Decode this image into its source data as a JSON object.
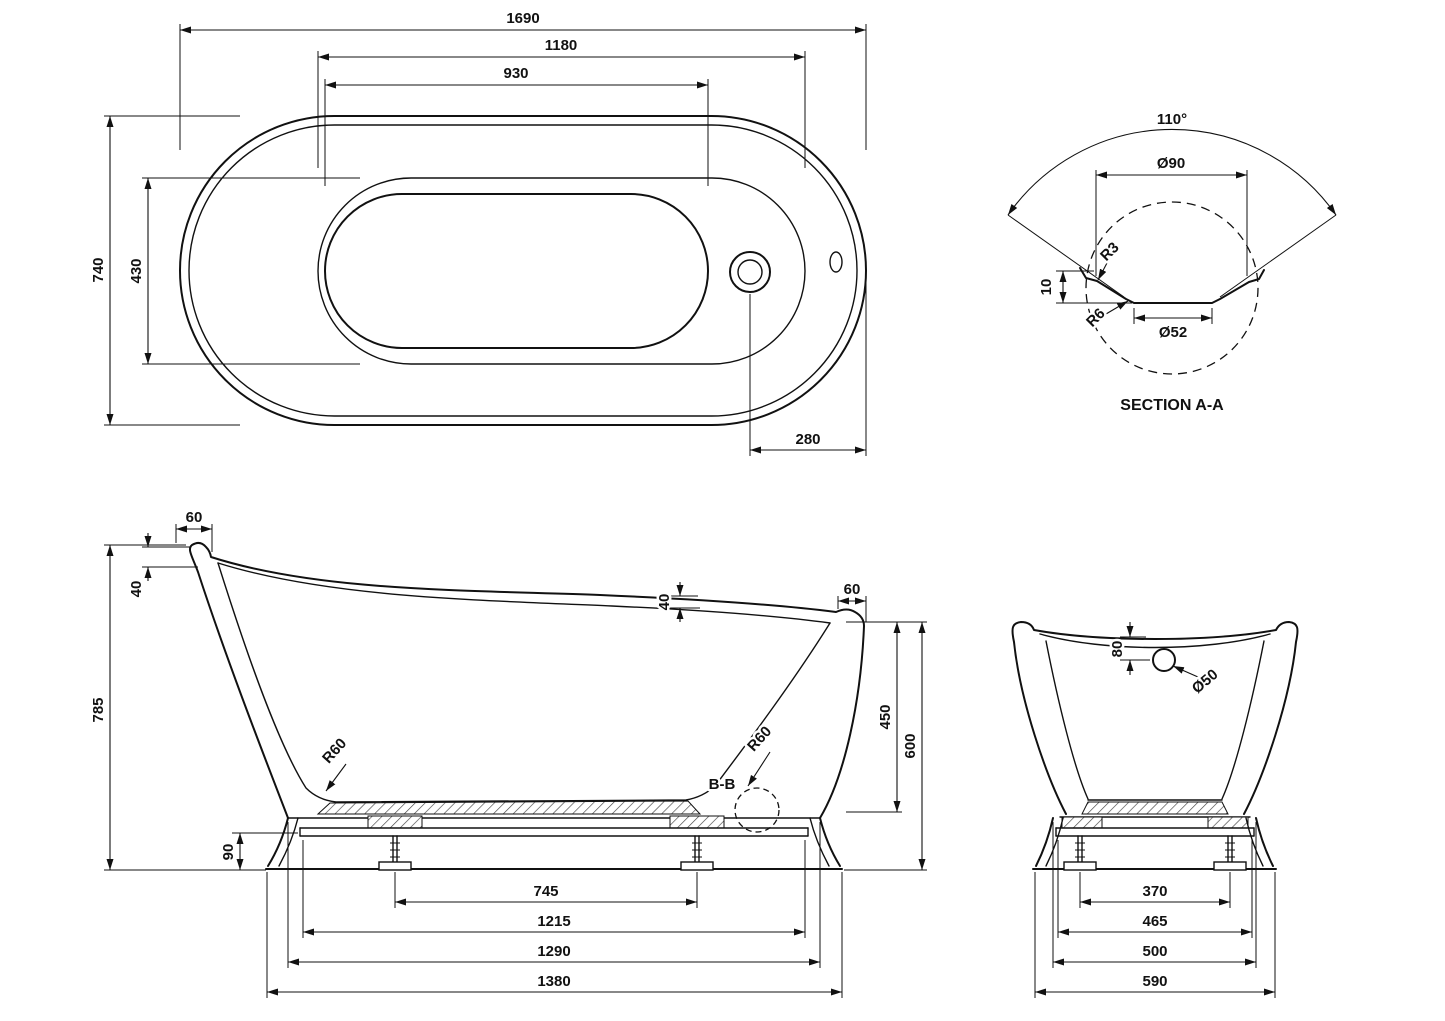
{
  "drawing": {
    "plan": {
      "overall_length": "1690",
      "opening_length": "1180",
      "floor_length": "930",
      "overall_width": "740",
      "inner_width": "430",
      "drain_offset": "280"
    },
    "section_aa": {
      "label": "SECTION A-A",
      "angle": "110°",
      "outer_diameter": "Ø90",
      "fillet_top": "R3",
      "fillet_bottom": "R6",
      "depth": "10",
      "inner_diameter": "Ø52"
    },
    "side_view": {
      "lip_left_width": "60",
      "lip_left_drop": "40",
      "overall_height": "785",
      "rim_drop": "40",
      "lip_right_width": "60",
      "inner_depth": "450",
      "rim_height": "600",
      "floor_radius_left": "R60",
      "floor_radius_right": "R60",
      "detail_label": "B-B",
      "plinth_height": "90",
      "chain": [
        "745",
        "1215",
        "1290",
        "1380"
      ]
    },
    "end_view": {
      "drain_drop": "80",
      "drain_diameter": "Ø50",
      "chain": [
        "370",
        "465",
        "500",
        "590"
      ]
    }
  }
}
